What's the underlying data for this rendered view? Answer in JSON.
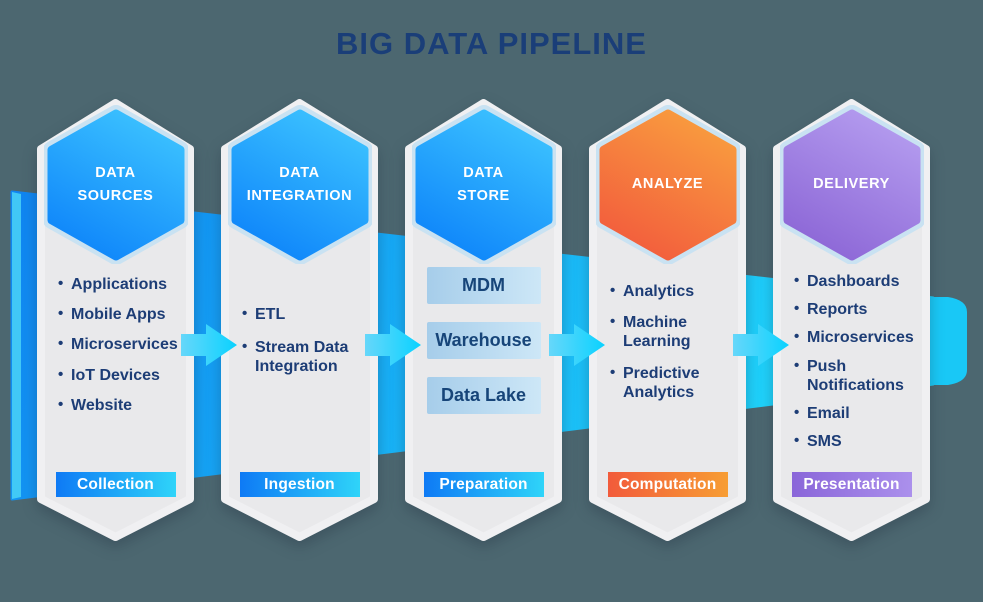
{
  "title": "BIG DATA PIPELINE",
  "stages": [
    {
      "badge": "DATA\nSOURCES",
      "theme": "blue",
      "items": [
        "Applications",
        "Mobile Apps",
        "Microservices",
        "IoT Devices",
        "Website"
      ],
      "label": "Collection"
    },
    {
      "badge": "DATA\nINTEGRATION",
      "theme": "blue",
      "items": [
        "ETL",
        "Stream Data Integration"
      ],
      "label": "Ingestion"
    },
    {
      "badge": "DATA\nSTORE",
      "theme": "blue",
      "boxes": [
        "MDM",
        "Warehouse",
        "Data Lake"
      ],
      "label": "Preparation"
    },
    {
      "badge": "ANALYZE",
      "theme": "orange",
      "items": [
        "Analytics",
        "Machine Learning",
        "Predictive Analytics"
      ],
      "label": "Computation"
    },
    {
      "badge": "DELIVERY",
      "theme": "purple",
      "items": [
        "Dashboards",
        "Reports",
        "Microservices",
        "Push Notifications",
        "Email",
        "SMS"
      ],
      "label": "Presentation"
    }
  ],
  "colors": {
    "background": "#4C6770",
    "title_text": "#1A3E78",
    "item_text": "#1D3D76",
    "card": "#E9E9EB",
    "badge_halo": "#C9E2F2",
    "hexagon_gradients": {
      "blue": [
        "#3CC2FF",
        "#0E85FA"
      ],
      "orange": [
        "#F99D3E",
        "#F25C3D"
      ],
      "purple": [
        "#B49CEF",
        "#8C66D6"
      ]
    },
    "label_gradients": {
      "blue": [
        "#0E7AF5",
        "#2FD4F9"
      ],
      "orange": [
        "#F25B3B",
        "#F79D33"
      ],
      "purple": [
        "#8A66D9",
        "#AB90EC"
      ]
    },
    "store_box_gradient": [
      "#A6CDEA",
      "#CDE7F7"
    ],
    "arrow_band_gradient": [
      "#0F82F0",
      "#1FD2FA"
    ],
    "flow_arrow_gradient": [
      "#66D7FA",
      "#0AD2FF"
    ],
    "arrow_tip": "#19C8F6"
  }
}
